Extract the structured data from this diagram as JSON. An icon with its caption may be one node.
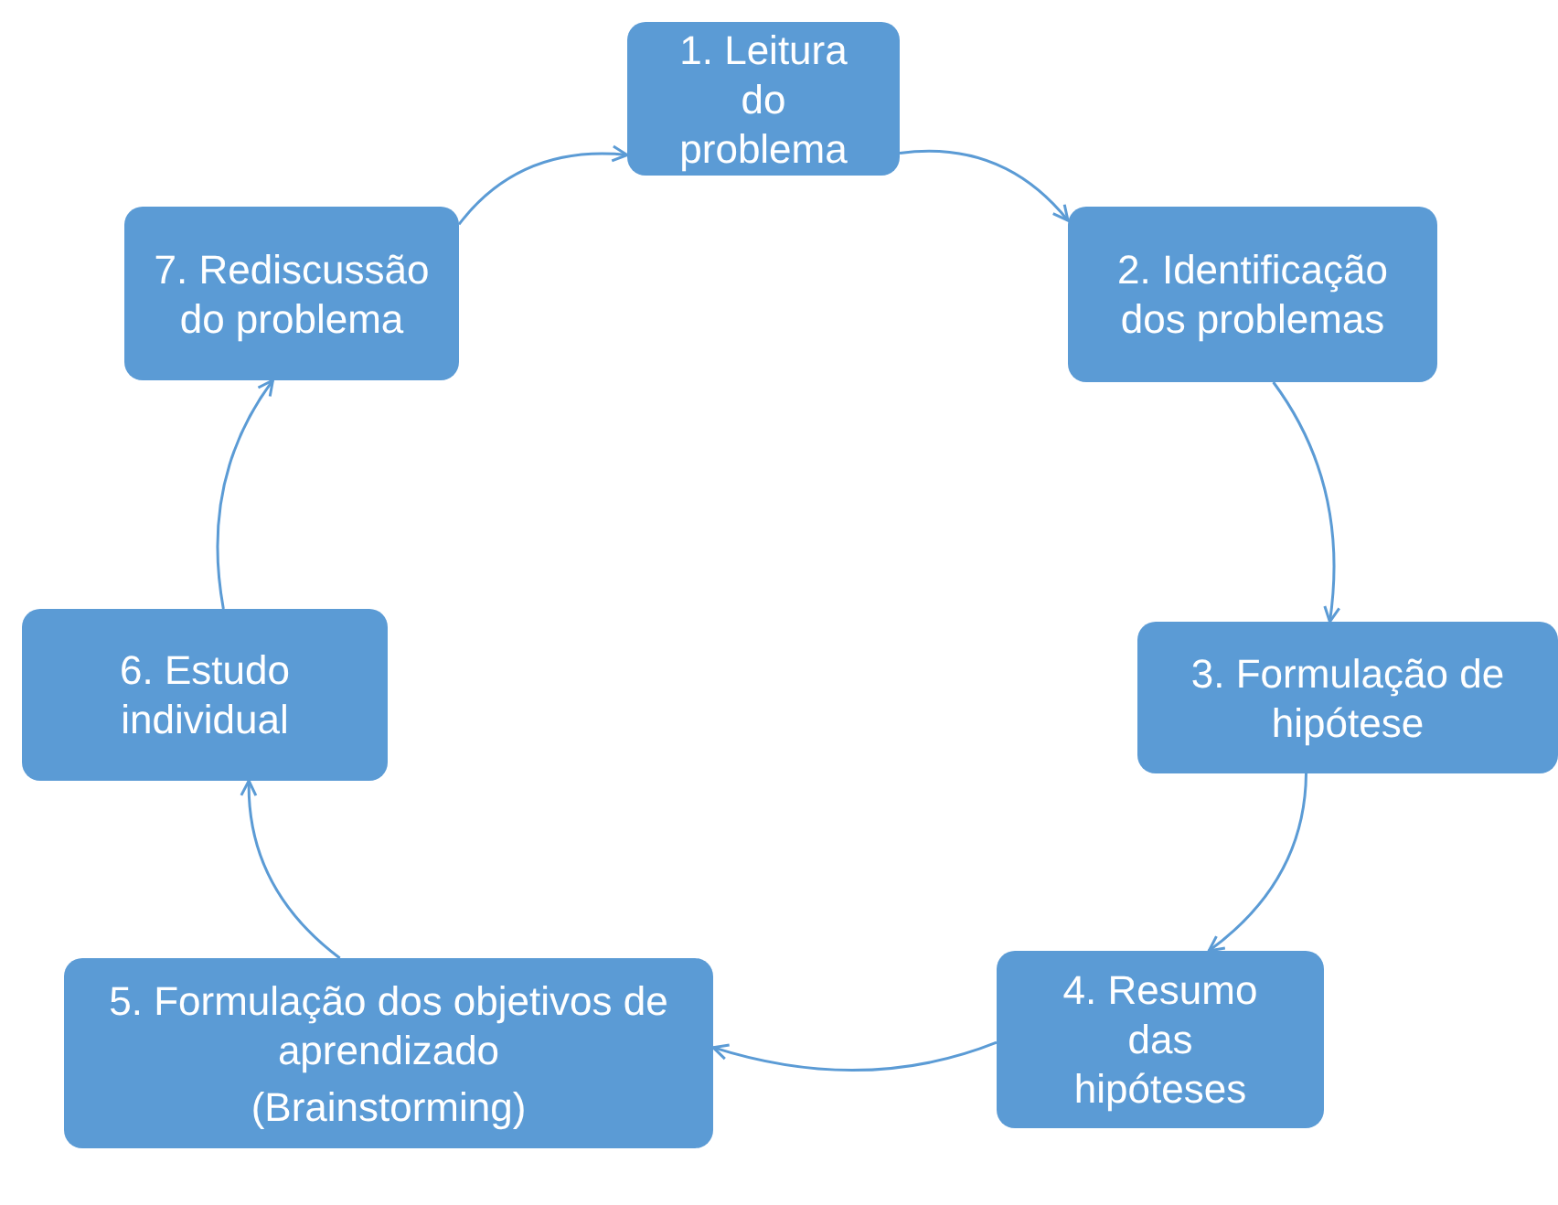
{
  "diagram": {
    "nodes": [
      {
        "text": [
          "1. Leitura do problema"
        ]
      },
      {
        "text": [
          "2. Identificação dos problemas"
        ]
      },
      {
        "text": [
          "3. Formulação de hipótese"
        ]
      },
      {
        "text": [
          "4. Resumo das hipóteses"
        ]
      },
      {
        "text": [
          "5. Formulação dos objetivos de aprendizado",
          "(Brainstorming)"
        ]
      },
      {
        "text": [
          "6. Estudo individual"
        ]
      },
      {
        "text": [
          "7. Rediscussão do problema"
        ]
      }
    ],
    "edges": [
      {
        "from": 0,
        "to": 1,
        "arrow": "to"
      },
      {
        "from": 1,
        "to": 2,
        "arrow": "to"
      },
      {
        "from": 2,
        "to": 3,
        "arrow": "to"
      },
      {
        "from": 3,
        "to": 4,
        "arrow": "to"
      },
      {
        "from": 4,
        "to": 5,
        "arrow": "to"
      },
      {
        "from": 5,
        "to": 6,
        "arrow": "to"
      },
      {
        "from": 6,
        "to": 0,
        "arrow": "to"
      }
    ]
  }
}
